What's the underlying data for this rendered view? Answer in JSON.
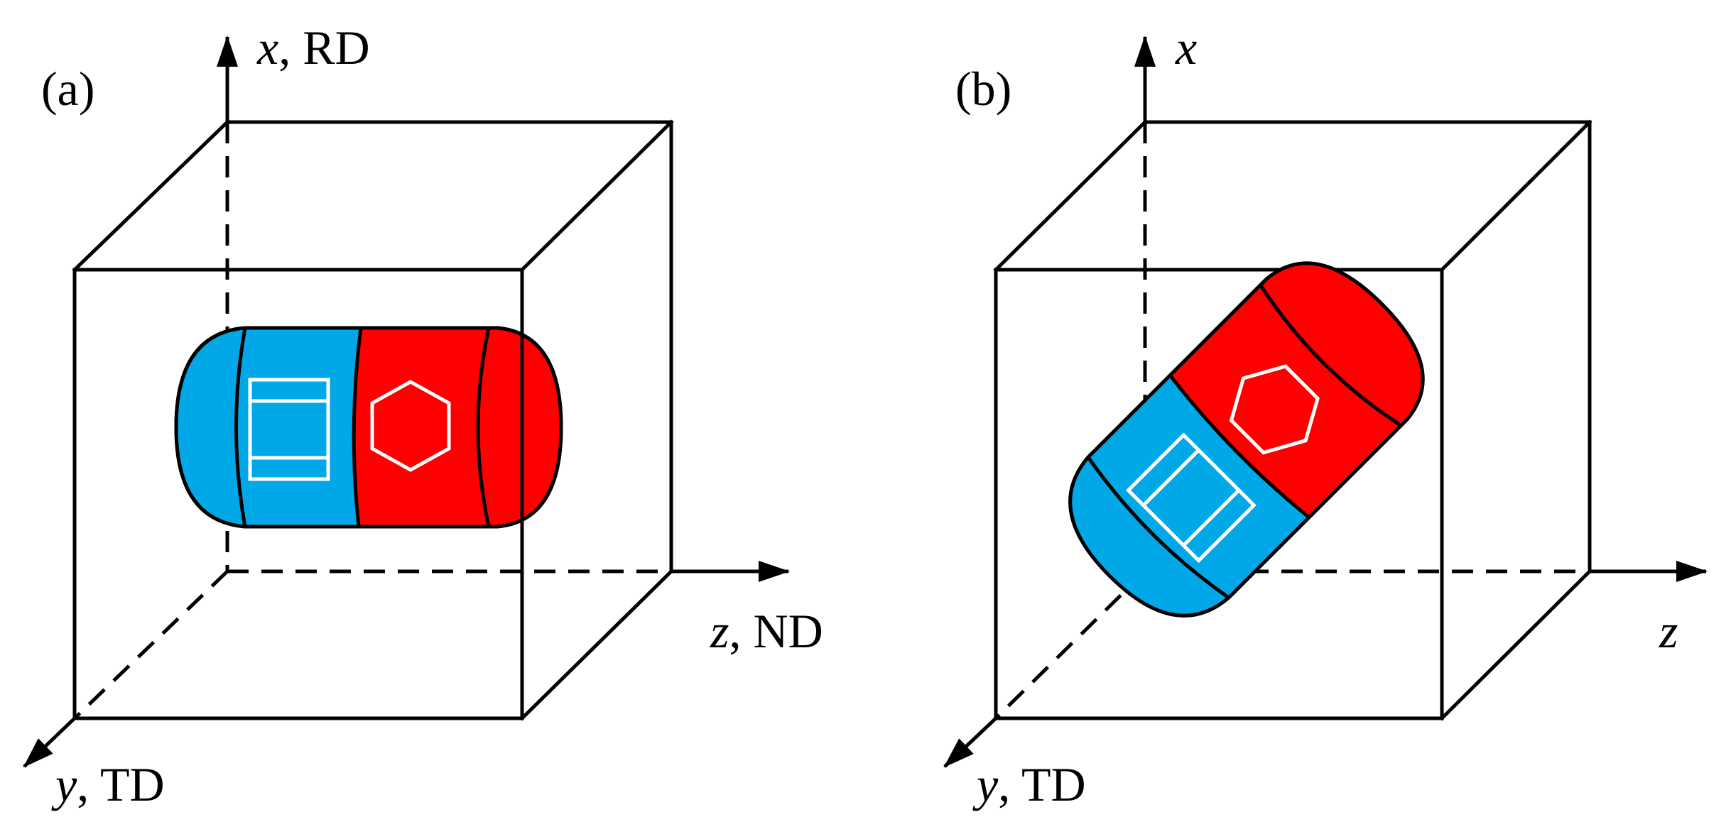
{
  "panels": [
    {
      "id": "a",
      "tag": "(a)",
      "axes": {
        "x": {
          "symbol": "x",
          "suffix": ", RD"
        },
        "y": {
          "symbol": "y",
          "suffix": ", TD"
        },
        "z": {
          "symbol": "z",
          "suffix": ", ND"
        }
      }
    },
    {
      "id": "b",
      "tag": "(b)",
      "axes": {
        "x": {
          "symbol": "x",
          "suffix": ""
        },
        "y": {
          "symbol": "y",
          "suffix": ", TD"
        },
        "z": {
          "symbol": "z",
          "suffix": ""
        }
      }
    }
  ],
  "colors": {
    "cubic_phase": "#00a8e8",
    "hexagonal_phase": "#ff0000",
    "outline": "#000000",
    "phase_symbol": "#ffffff"
  },
  "icons": {
    "cubic_phase": "square-lattice-icon",
    "hexagonal_phase": "hexagon-icon"
  }
}
